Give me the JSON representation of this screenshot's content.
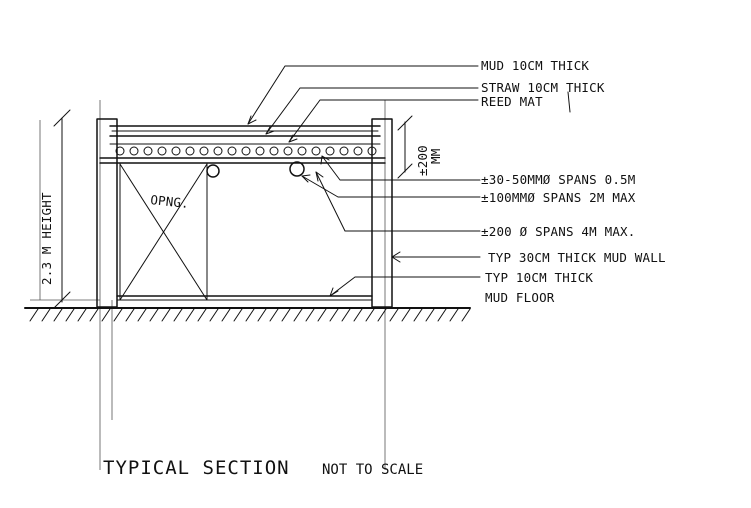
{
  "labels": {
    "mud": "MUD 10CM THICK",
    "straw": "STRAW 10CM THICK",
    "reed": "REED MAT",
    "pole_small": "±30-50MMØ SPANS 0.5M",
    "pole_medium": "±100MMØ SPANS 2M MAX",
    "pole_large": "±200 Ø SPANS 4M MAX.",
    "wall": "TYP 30CM THICK MUD WALL",
    "floor_line1": "TYP 10CM THICK",
    "floor_line2": "MUD FLOOR",
    "height": "2.3 M HEIGHT",
    "roof_depth_line1": "±200",
    "roof_depth_line2": "MM",
    "opening": "OPNG."
  },
  "title": "TYPICAL SECTION",
  "subtitle": "NOT TO SCALE"
}
